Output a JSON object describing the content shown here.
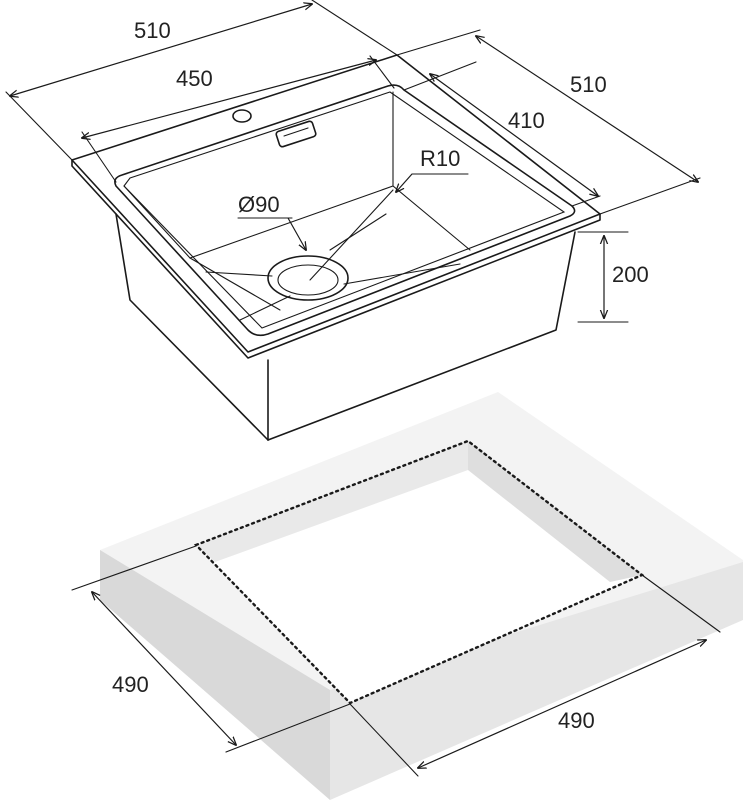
{
  "dimensions": {
    "sink_width_outer": "510",
    "sink_width_bowl": "450",
    "sink_depth_outer": "510",
    "sink_depth_bowl": "410",
    "bowl_height": "200",
    "corner_radius": "R10",
    "drain_diameter": "Ø90",
    "cutout_width": "490",
    "cutout_depth": "490"
  },
  "colors": {
    "line": "#1a1a1a",
    "countertop_top": "#f4f4f4",
    "countertop_side": "#dcdcdc",
    "background": "#ffffff"
  }
}
